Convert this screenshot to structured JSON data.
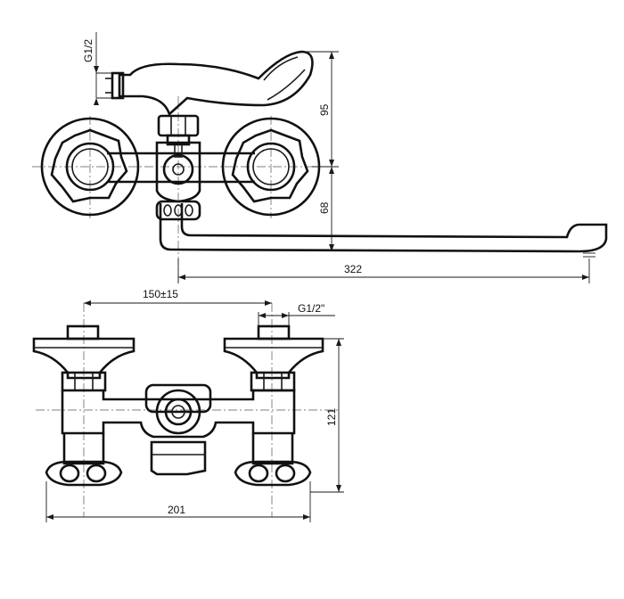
{
  "drawing": {
    "top_view": {
      "thread_label": "G1/2",
      "height_upper": "95",
      "height_lower": "68",
      "spout_length": "322"
    },
    "front_view": {
      "center_distance": "150±15",
      "thread_label": "G1/2\"",
      "height": "121",
      "width": "201"
    }
  }
}
